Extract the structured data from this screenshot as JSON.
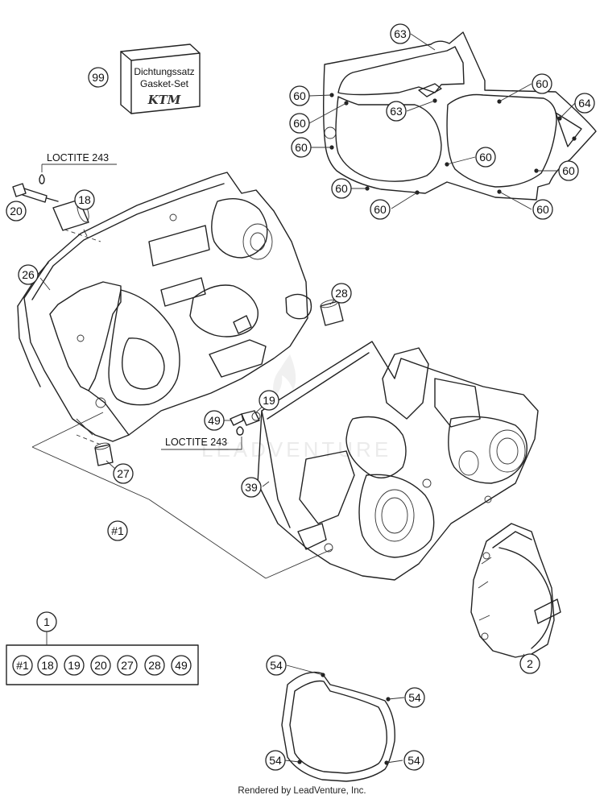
{
  "footer": "Rendered by LeadVenture, Inc.",
  "gasket_set": {
    "line1": "Dichtungssatz",
    "line2": "Gasket-Set",
    "brand": "KTM"
  },
  "loctite_labels": [
    "LOCTITE 243",
    "LOCTITE 243"
  ],
  "watermark": "LEADVENTURE",
  "callouts": {
    "c99": "99",
    "c63a": "63",
    "c63b": "63",
    "c64": "64",
    "c60_1": "60",
    "c60_2": "60",
    "c60_3": "60",
    "c60_4": "60",
    "c60_5": "60",
    "c60_6": "60",
    "c60_7": "60",
    "c60_8": "60",
    "c60_9": "60",
    "c20": "20",
    "c18": "18",
    "c26": "26",
    "c28": "28",
    "c19": "19",
    "c49": "49",
    "c27": "27",
    "c39": "39",
    "c1_hash": "#1",
    "c1": "1",
    "c2": "2",
    "c54_1": "54",
    "c54_2": "54",
    "c54_3": "54",
    "c54_4": "54"
  },
  "kit_parts": [
    "#1",
    "18",
    "19",
    "20",
    "27",
    "28",
    "49"
  ]
}
